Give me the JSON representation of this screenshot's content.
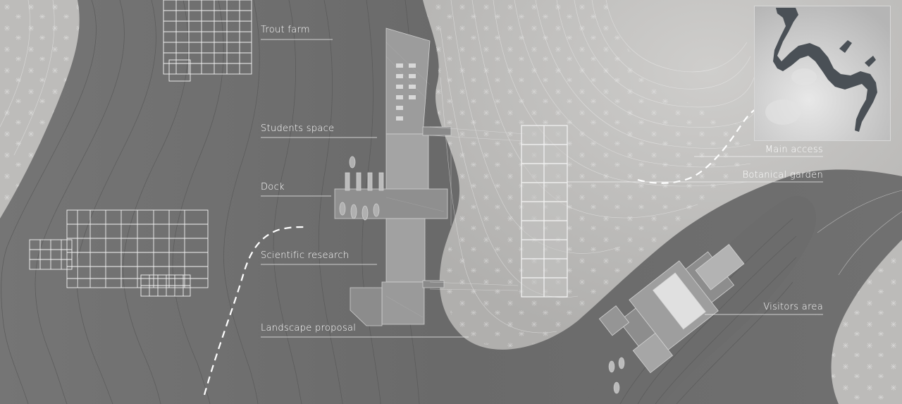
{
  "labels": {
    "trout_farm": "Trout farm",
    "students_space": "Students space",
    "dock": "Dock",
    "scientific_research": "Scientific research",
    "landscape_proposal": "Landscape proposal",
    "main_access": "Main access",
    "botanical_garden": "Botanical garden",
    "visitors_area": "Visitors area"
  },
  "colors": {
    "water_dark": "#6b6b6b",
    "water_mid": "#7a7a7a",
    "land_light": "#b9b8b6",
    "land_lighter": "#c8c7c5",
    "lines_white": "#ffffff",
    "label_text_dark": "#ffffff",
    "label_text_light": "#ffffff",
    "inset_water": "#4a5056"
  },
  "icons": {
    "access_path": "dashed-path",
    "tree_symbols": "asterisk-trees",
    "location_inset": "location-map-inset"
  }
}
